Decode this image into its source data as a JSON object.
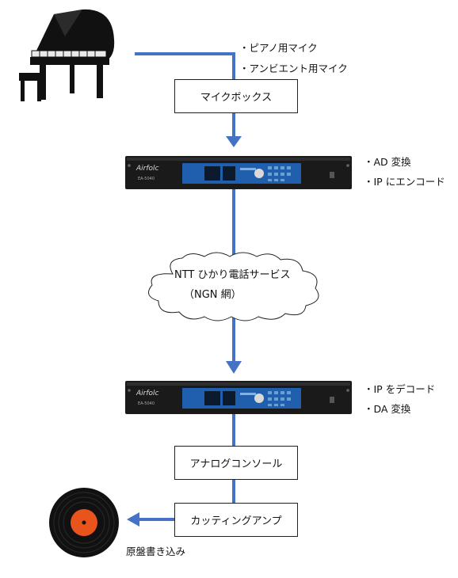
{
  "mic_notes": [
    "・ピアノ用マイク",
    "・アンビエント用マイク"
  ],
  "mic_box_label": "マイクボックス",
  "encoder": {
    "brand": "Airfolc",
    "model": "EA-5040",
    "notes": [
      "・AD 変換",
      "・IP にエンコード"
    ]
  },
  "network": {
    "line1": "NTT ひかり電話サービス",
    "line2": "（NGN 網）"
  },
  "decoder": {
    "brand": "Airfolc",
    "model": "EA-5040",
    "notes": [
      "・IP をデコード",
      "・DA 変換"
    ]
  },
  "console_label": "アナログコンソール",
  "amp_label": "カッティングアンプ",
  "record_caption": "原盤書き込み",
  "colors": {
    "arrow": "#4472c4",
    "rack": "#1a1a1a",
    "screen": "#1f5fae",
    "record_label": "#e8541c"
  }
}
